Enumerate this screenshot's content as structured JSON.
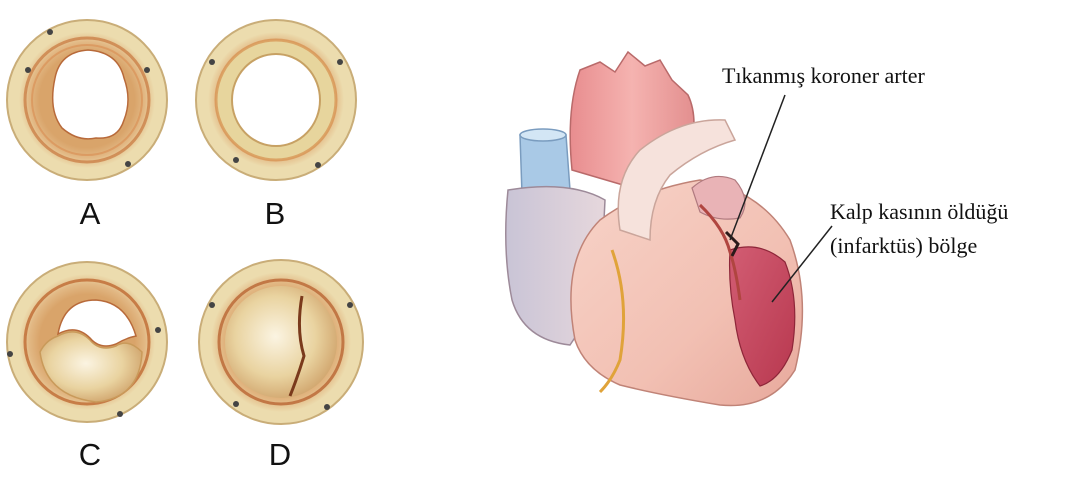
{
  "panels": {
    "a": {
      "label": "A"
    },
    "b": {
      "label": "B"
    },
    "c": {
      "label": "C"
    },
    "d": {
      "label": "D"
    }
  },
  "heart": {
    "blocked_artery_label": "Tıkanmış koroner arter",
    "infarct_label_line1": "Kalp kasının öldüğü",
    "infarct_label_line2": "(infarktüs) bölge"
  },
  "colors": {
    "artery_wall_outer": "#e8d6a6",
    "artery_wall_ring": "#d58d56",
    "artery_plaque": "#eedcaa",
    "heart_body": "#f3c3b8",
    "heart_aorta": "#ef9a9a",
    "infarct_zone": "#c5435a",
    "vena_cava_blue": "#a9c9e6"
  }
}
